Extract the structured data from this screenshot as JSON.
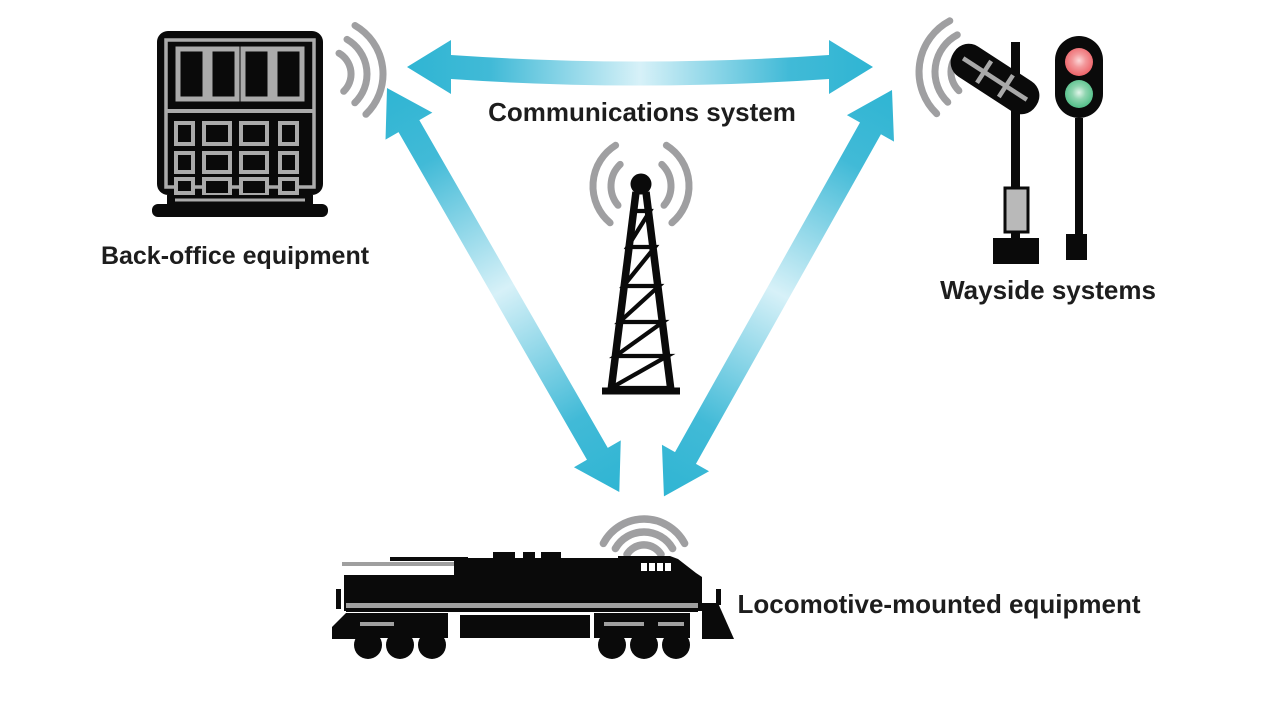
{
  "diagram": {
    "background": "#ffffff",
    "nodes": [
      {
        "id": "back-office-equipment",
        "label": "Back-office equipment",
        "icon": "office-building-icon",
        "position": "top-left"
      },
      {
        "id": "communications-system",
        "label": "Communications system",
        "icon": "radio-tower-icon",
        "position": "center"
      },
      {
        "id": "wayside-systems",
        "label": "Wayside systems",
        "icon": "railroad-signals-icon",
        "position": "top-right"
      },
      {
        "id": "locomotive-mounted-equipment",
        "label": "Locomotive-mounted equipment",
        "icon": "locomotive-icon",
        "position": "bottom-center"
      }
    ],
    "links": [
      {
        "from": "back-office-equipment",
        "to": "wayside-systems",
        "style": "double-headed-arrow"
      },
      {
        "from": "back-office-equipment",
        "to": "locomotive-mounted-equipment",
        "style": "double-headed-arrow"
      },
      {
        "from": "wayside-systems",
        "to": "locomotive-mounted-equipment",
        "style": "double-headed-arrow"
      }
    ],
    "colors": {
      "arrow": "#2fb5d3",
      "arrow_mid": "#d7f1f8",
      "waves": "#9f9fa1",
      "icon_black": "#0a0a0a",
      "signal_red": "#ec5a60",
      "signal_green": "#47bb81",
      "text": "#1d1d1d"
    }
  }
}
